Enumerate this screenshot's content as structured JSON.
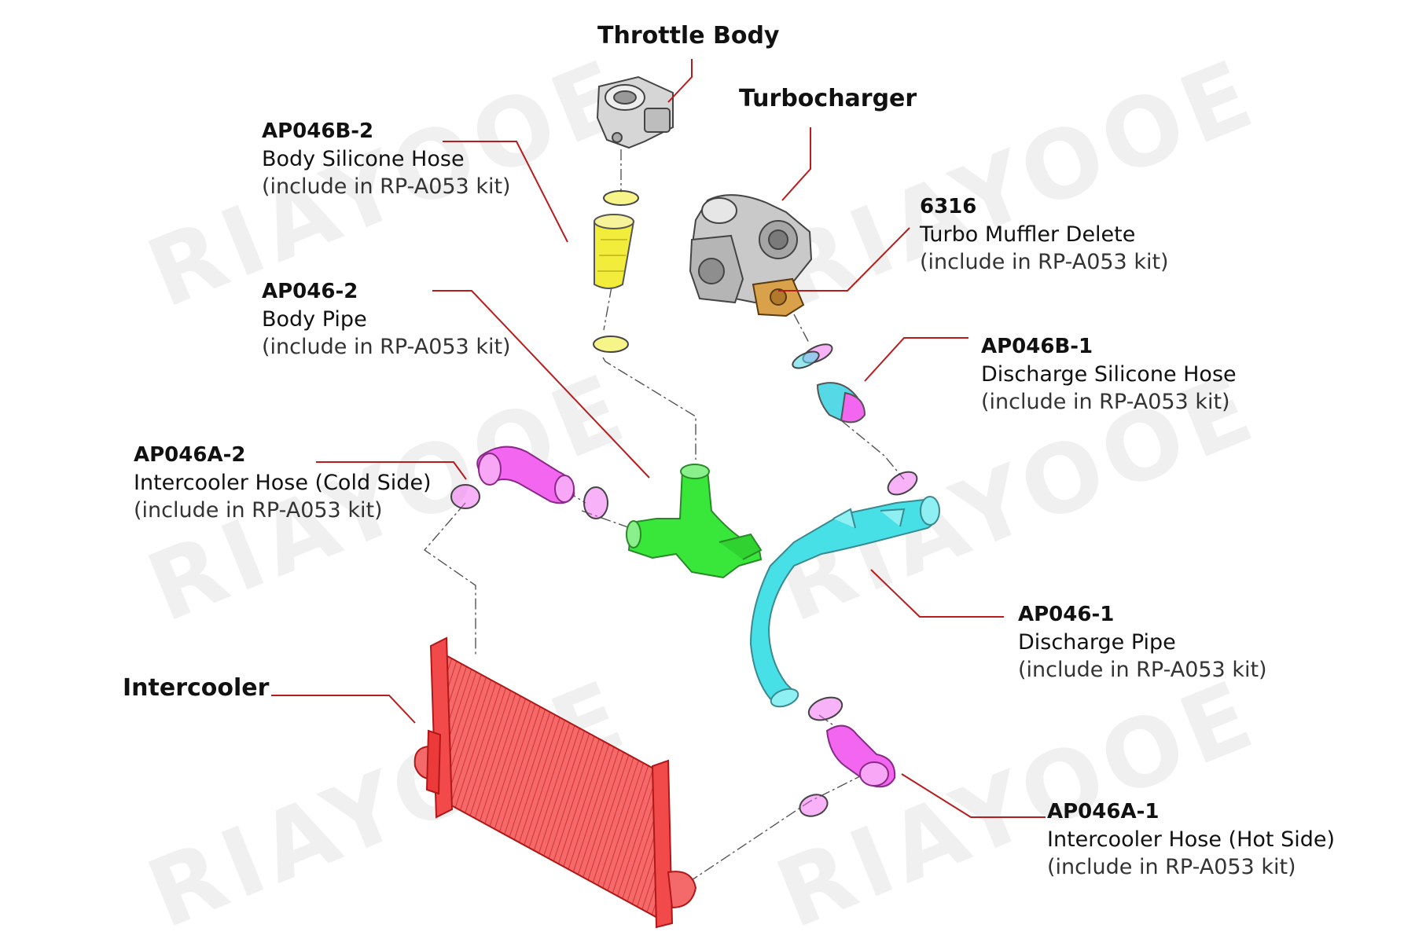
{
  "watermark": "RIAYOOE",
  "headings": {
    "throttle_body": "Throttle Body",
    "turbocharger": "Turbocharger",
    "intercooler": "Intercooler"
  },
  "parts": {
    "ap046b_2": {
      "code": "AP046B-2",
      "name": "Body Silicone Hose",
      "kit": "(include in RP-A053 kit)"
    },
    "ap046_2": {
      "code": "AP046-2",
      "name": "Body Pipe",
      "kit": "(include in RP-A053 kit)"
    },
    "ap046a_2": {
      "code": "AP046A-2",
      "name": "Intercooler Hose (Cold Side)",
      "kit": "(include in RP-A053 kit)"
    },
    "muffler_6316": {
      "code": "6316",
      "name": "Turbo Muffler Delete",
      "kit": "(include in RP-A053 kit)"
    },
    "ap046b_1": {
      "code": "AP046B-1",
      "name": "Discharge Silicone Hose",
      "kit": "(include in RP-A053 kit)"
    },
    "ap046_1": {
      "code": "AP046-1",
      "name": "Discharge Pipe",
      "kit": "(include in RP-A053 kit)"
    },
    "ap046a_1": {
      "code": "AP046A-1",
      "name": "Intercooler Hose (Hot Side)",
      "kit": "(include in RP-A053 kit)"
    }
  },
  "colors": {
    "leader": "#b81c1c",
    "throttle": "#d6d6d6",
    "body_hose": "#f2ec3a",
    "body_pipe": "#39e63a",
    "cold_hose": "#f266f0",
    "turbo": "#c9c9c9",
    "muffler": "#d9a24a",
    "discharge_hose": "#55d9e6",
    "discharge_pipe": "#46e0e6",
    "hot_hose": "#f266f0",
    "intercooler": "#f24a4a"
  }
}
